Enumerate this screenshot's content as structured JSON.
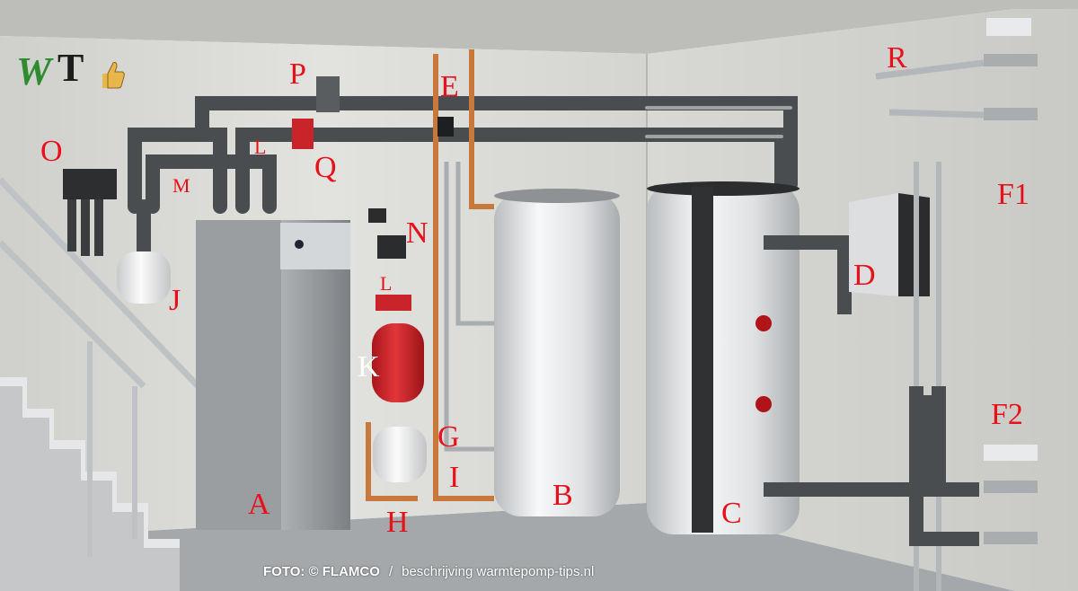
{
  "logo": {
    "letters": "WT",
    "colors": {
      "w": "#2e8b2e",
      "t": "#1c1c1c",
      "thumb": "#e8b64a"
    }
  },
  "labels": {
    "A": "A",
    "B": "B",
    "C": "C",
    "D": "D",
    "E": "E",
    "F1": "F1",
    "F2": "F2",
    "G": "G",
    "H": "H",
    "I": "I",
    "J": "J",
    "K": "K",
    "L1": "L",
    "L2": "L",
    "M": "M",
    "N": "N",
    "O": "O",
    "P": "P",
    "Q": "Q",
    "R": "R"
  },
  "caption": {
    "photo": "FOTO: © FLAMCO",
    "separator": "/",
    "description": "beschrijving warmtepomp-tips.nl"
  },
  "colors": {
    "label_red": "#e8101a",
    "label_white": "#ffffff",
    "wall": "#dcdcd8",
    "floor": "#9fa3a6",
    "pipe_dark": "#4a4d50",
    "copper": "#c8783a",
    "tank": "#e6e8ea",
    "vessel_red": "#d8242a"
  }
}
